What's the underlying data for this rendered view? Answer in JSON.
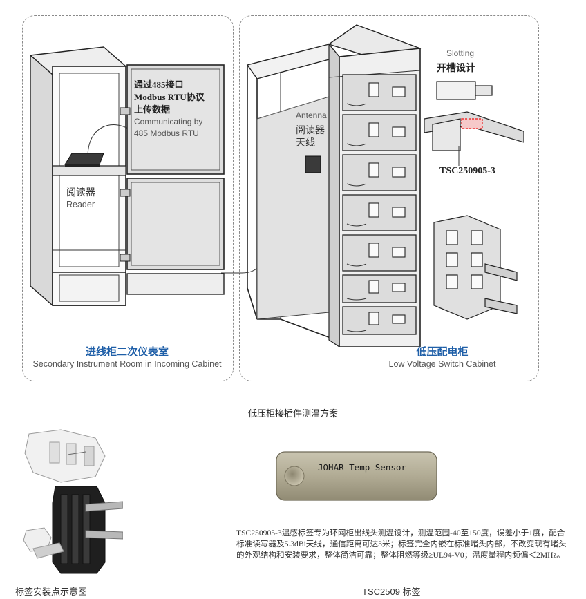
{
  "left_panel": {
    "comm_text_cn": [
      "通过485接口",
      "Modbus RTU协议",
      "上传数据"
    ],
    "comm_text_en": [
      "Communicating by",
      "485 Modbus RTU"
    ],
    "reader_cn": "阅读器",
    "reader_en": "Reader",
    "caption_cn": "进线柜二次仪表室",
    "caption_en": "Secondary Instrument Room in Incoming Cabinet"
  },
  "right_panel": {
    "antenna_en": "Antenna",
    "antenna_cn_1": "阅读器",
    "antenna_cn_2": "天线",
    "slotting_en": "Slotting",
    "slotting_cn": "开槽设计",
    "part_number": "TSC250905-3",
    "caption_cn": "低压配电柜",
    "caption_en": "Low Voltage Switch Cabinet"
  },
  "figure_title": "低压柜接插件测温方案",
  "tag_label": "JOHAR Temp Sensor",
  "description": "TSC250905-3温感标签专为环网柜出线头测温设计，测温范围-40至150度，误差小于1度，配合标准读写器及5.3dBi天线，通信距离可达3米；标签完全内嵌在标准堵头内部，不改变现有堵头的外观结构和安装要求，整体简洁可靠；整体阻燃等级≥UL94-V0；温度量程内频偏＜2MHz。",
  "caption_left": "标签安装点示意图",
  "caption_right": "TSC2509 标签"
}
